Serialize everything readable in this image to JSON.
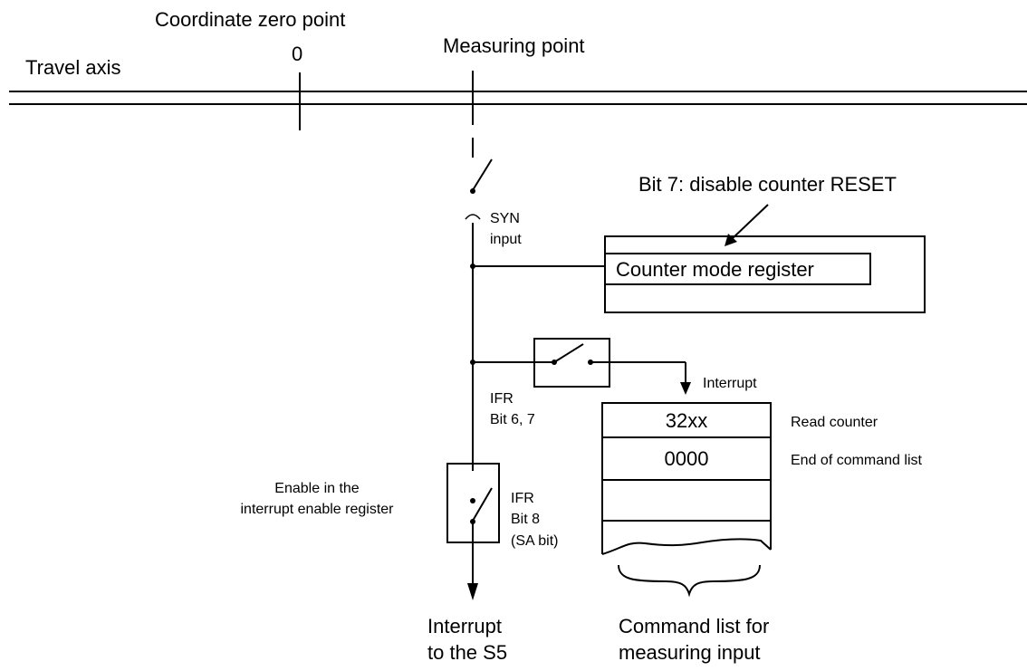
{
  "labels": {
    "coordinate_zero_point": "Coordinate zero point",
    "zero": "0",
    "measuring_point": "Measuring point",
    "travel_axis": "Travel axis",
    "bit7_note": "Bit 7: disable counter RESET",
    "syn_line1": "SYN",
    "syn_line2": "input",
    "counter_mode_register": "Counter mode register",
    "interrupt": "Interrupt",
    "ifr_top_line1": "IFR",
    "ifr_top_line2": "Bit 6, 7",
    "enable_line1": "Enable in the",
    "enable_line2": "interrupt enable register",
    "ifr_bottom_line1": "IFR",
    "ifr_bottom_line2": "Bit 8",
    "ifr_bottom_line3": "(SA bit)",
    "interrupt_s5_line1": "Interrupt",
    "interrupt_s5_line2": "to the S5",
    "command_list_line1": "Command list for",
    "command_list_line2": "measuring input"
  },
  "command_list": {
    "rows": [
      {
        "value": "32xx",
        "description": "Read counter"
      },
      {
        "value": "0000",
        "description": "End of command list"
      },
      {
        "value": "",
        "description": ""
      },
      {
        "value": "",
        "description": ""
      }
    ]
  }
}
